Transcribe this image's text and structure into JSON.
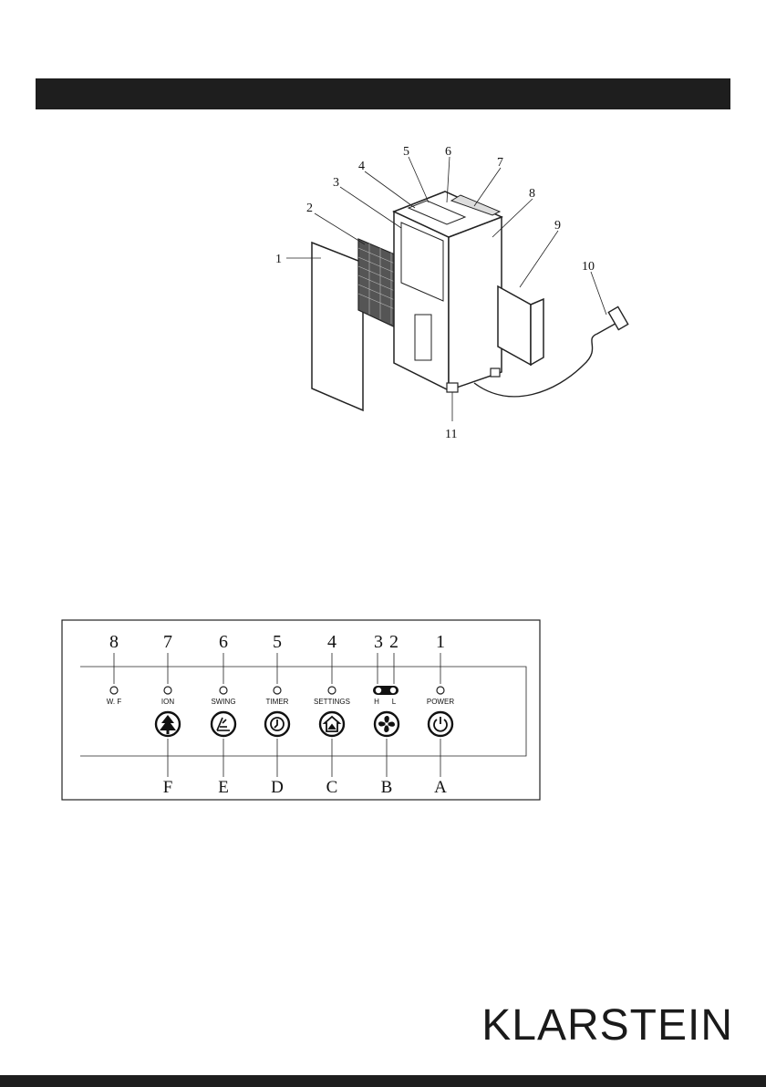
{
  "diagram": {
    "callouts": [
      "1",
      "2",
      "3",
      "4",
      "5",
      "6",
      "7",
      "8",
      "9",
      "10",
      "11"
    ]
  },
  "panel": {
    "indicators": [
      {
        "number": "8",
        "label": "W. F"
      },
      {
        "number": "7",
        "label": "ION"
      },
      {
        "number": "6",
        "label": "SWING"
      },
      {
        "number": "5",
        "label": "TIMER"
      },
      {
        "number": "4",
        "label": "SETTINGS"
      },
      {
        "number": "3",
        "label": "H"
      },
      {
        "number": "2",
        "label": "L"
      },
      {
        "number": "1",
        "label": "POWER"
      }
    ],
    "buttons": [
      {
        "letter": "F",
        "icon": "tree-icon"
      },
      {
        "letter": "E",
        "icon": "swing-icon"
      },
      {
        "letter": "D",
        "icon": "clock-icon"
      },
      {
        "letter": "C",
        "icon": "home-icon"
      },
      {
        "letter": "B",
        "icon": "fan-icon"
      },
      {
        "letter": "A",
        "icon": "power-icon"
      }
    ]
  },
  "brand": "KLARSTEIN"
}
